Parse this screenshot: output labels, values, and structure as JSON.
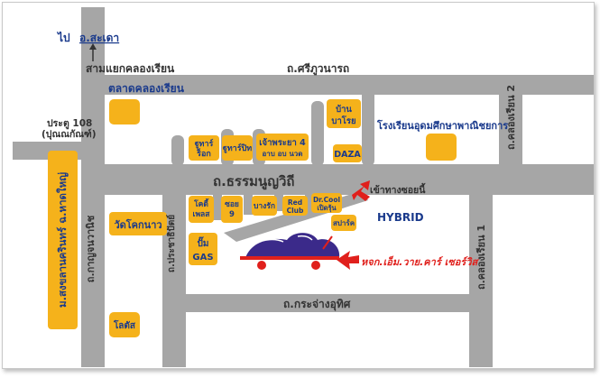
{
  "map": {
    "to_saduea": "ไป",
    "saduea_name": "อ.สะเดา",
    "junction": "สามแยกคลองเรียน",
    "road_sriphuwanart": "ถ.ศรีภูวนารถ",
    "market": "ตลาดคลองเรียน",
    "gate": "ประตู 108",
    "gate_sub": "(ปุณณกัณฑ์)",
    "university": "ม.สงขลานครินทร์ ฉ.หาดใหญ่",
    "road_kanchanawanit": "ถ.กาญจนวานิช",
    "temple": "วัดโคกนาว",
    "shop_turk_rock": "ฐูทาร์\nร็อก",
    "shop_turk_pit": "ฐูทาร์ปิท",
    "shop_chaophraya": "เจ้าพระยา 4",
    "shop_chaophraya_sub": "อาบ อบ นวด",
    "house_label": "บ้าน",
    "house_sub": "บาโรย",
    "daza": "DAZA",
    "school": "โรงเรียนอุดมศึกษาพาณิชยการ",
    "road_khlongrian2": "ถ.คลองเรียน 2",
    "road_thammanoon": "ถ.ธรรมนูญวิถี",
    "entrance": "เข้าทางซอยนี้",
    "shop_kodi": "โคดี้",
    "shop_kodi_sub": "เพลส",
    "shop_soi9": "ซอย",
    "shop_soi9_sub": "9",
    "shop_bangrak": "บางรัก",
    "shop_redclub": "Red",
    "shop_redclub_sub": "Club",
    "shop_drcool": "Dr.Cool",
    "shop_drcool_sub": "เปิดรุ้น",
    "shop_spark": "สปาร์ค",
    "hybrid": "HYBRID",
    "road_prachathipat": "ถ.ประชาธิปัตย์",
    "gas_pump": "ปั๊ม",
    "gas": "GAS",
    "company": "หจก.เอ็ม.วาย.คาร์ เซอร์วิส",
    "road_krachangutit": "ถ.กระจ่างอุทิศ",
    "road_khlongrian1": "ถ.คลองเรียน 1",
    "lotus": "โลตัส"
  },
  "colors": {
    "road": "#a6a6a6",
    "landmark": "#f5b21b",
    "label_blue": "#1a3a8c",
    "accent_red": "#e0201c",
    "logo_purple": "#3b2a8a"
  },
  "icons": [
    "up-arrow-icon",
    "red-arrow-icon",
    "car-logo-icon",
    "landmark-box-icon"
  ]
}
